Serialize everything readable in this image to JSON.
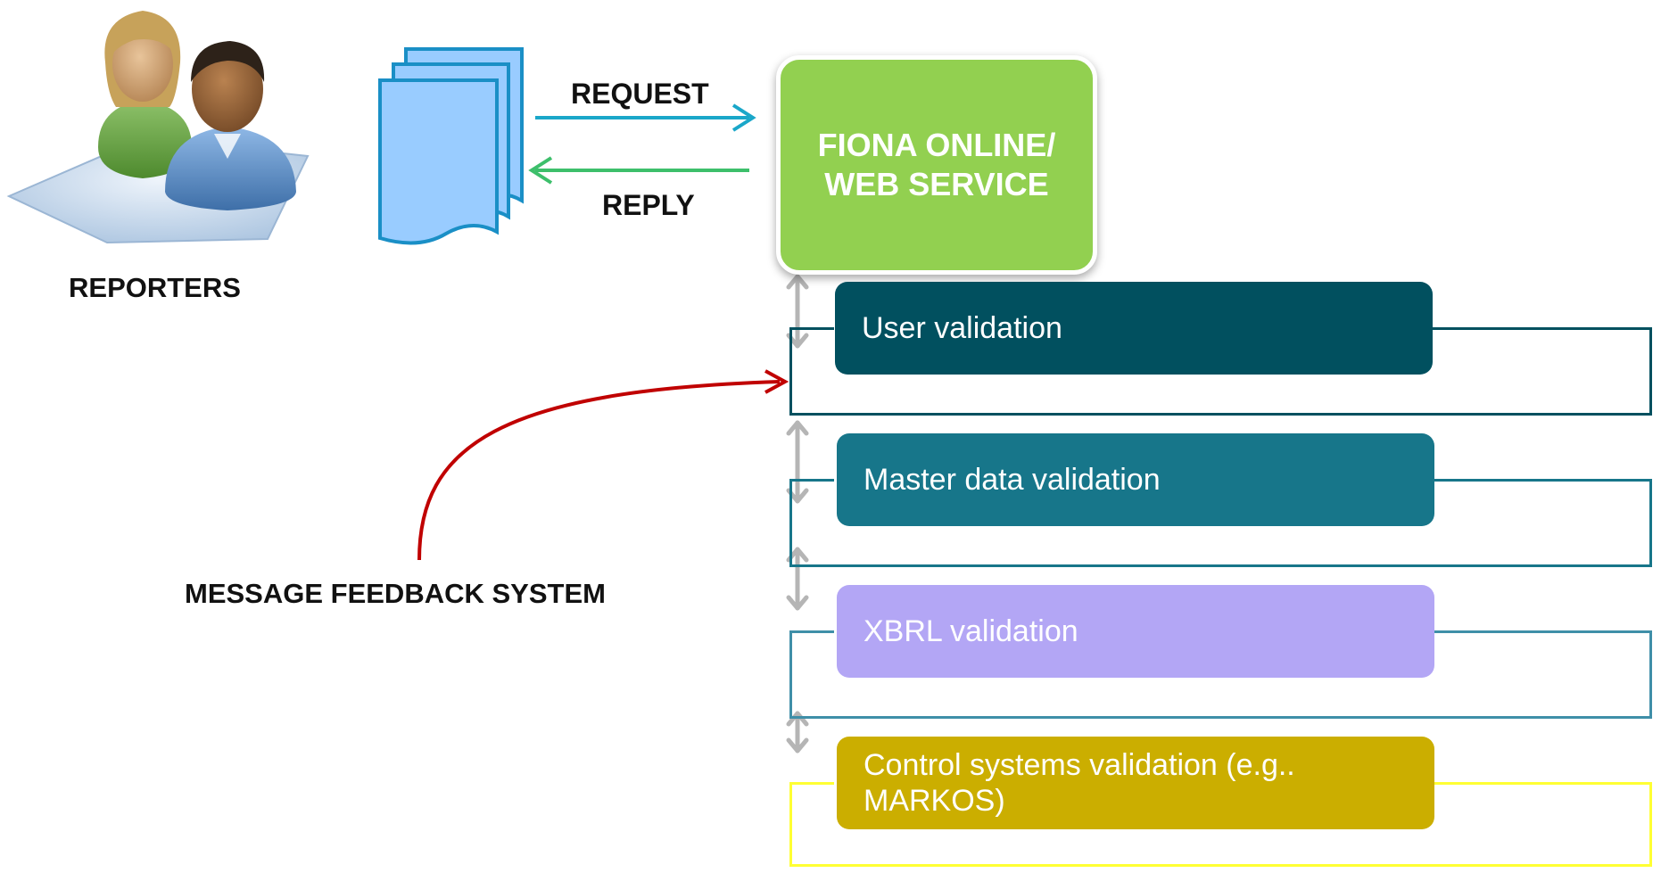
{
  "labels": {
    "reporters": "REPORTERS",
    "request": "REQUEST",
    "reply": "REPLY",
    "feedback": "MESSAGE FEEDBACK SYSTEM"
  },
  "fiona": {
    "line1": "FIONA ONLINE/",
    "line2": "WEB SERVICE"
  },
  "validations": [
    {
      "label": "User validation",
      "color": "#01505f"
    },
    {
      "label": "Master data validation",
      "color": "#17768a"
    },
    {
      "label": "XBRL validation",
      "color": "#b3a6f5"
    },
    {
      "label": "Control systems validation (e.g.. MARKOS)",
      "color": "#cbae00"
    }
  ],
  "colors": {
    "fiona_green": "#92d050",
    "request_arrow": "#1aa7c9",
    "reply_arrow": "#3dbf6b",
    "feedback_arrow": "#c00000",
    "connector_gray": "#b5b5b5",
    "document_fill": "#99ccff",
    "document_stroke": "#1a8fc6"
  },
  "icons": {
    "reporters": "people-icon",
    "document": "document-stack-icon"
  }
}
